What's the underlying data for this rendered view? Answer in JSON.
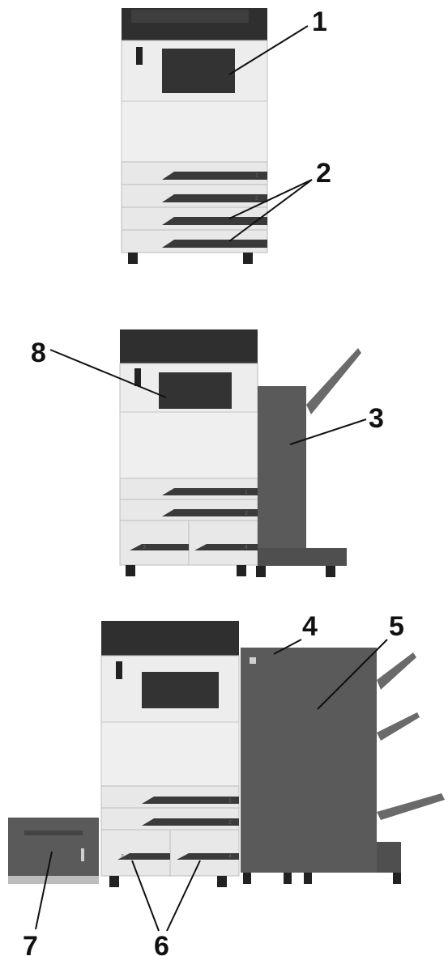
{
  "colors": {
    "body_white": "#ededed",
    "body_shade": "#d7d7d7",
    "panel_dark": "#2f2f2f",
    "finisher_gray": "#5a5a5a",
    "leader_line": "#111111"
  },
  "callouts": [
    {
      "id": "c1",
      "text": "1"
    },
    {
      "id": "c2",
      "text": "2"
    },
    {
      "id": "c3",
      "text": "3"
    },
    {
      "id": "c4",
      "text": "4"
    },
    {
      "id": "c5",
      "text": "5"
    },
    {
      "id": "c6",
      "text": "6"
    },
    {
      "id": "c7",
      "text": "7"
    },
    {
      "id": "c8",
      "text": "8"
    }
  ],
  "tray_numbers": {
    "p1_t1": "1",
    "p1_t2": "2",
    "p2_t1": "1",
    "p2_t2": "2",
    "p2_t3": "3",
    "p2_t4": "4",
    "p3_t1": "1",
    "p3_t2": "2",
    "p3_t3": "3",
    "p3_t4": "4"
  }
}
